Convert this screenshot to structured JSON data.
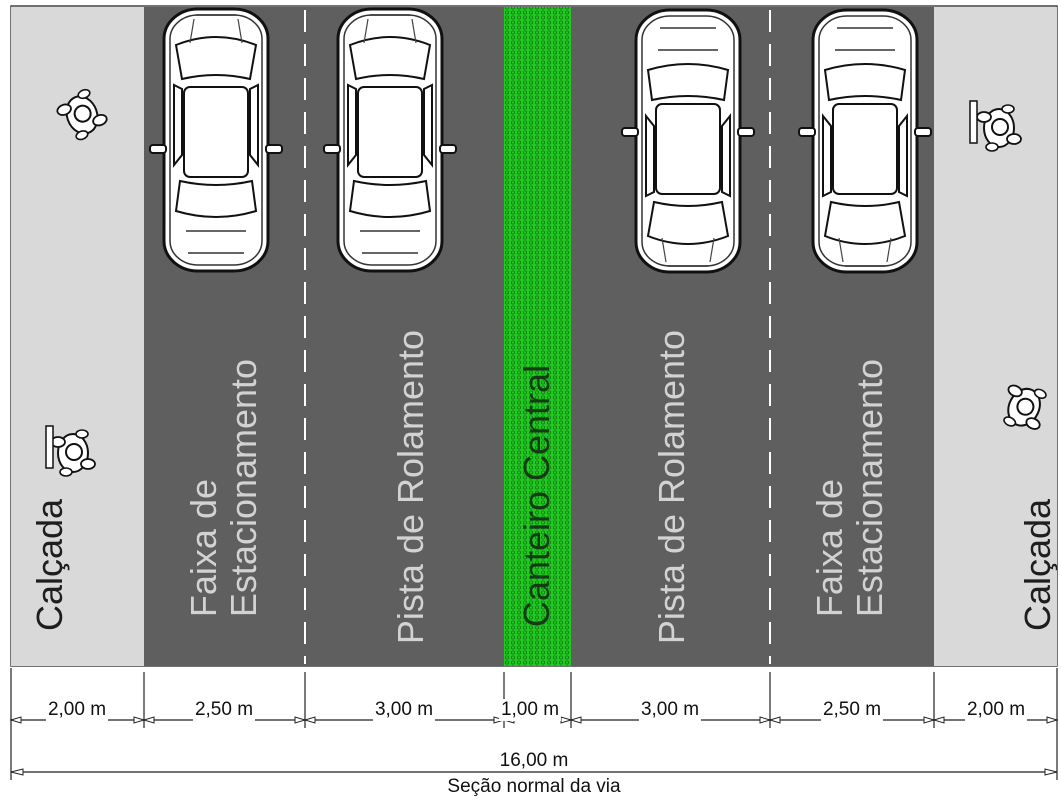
{
  "sections": [
    {
      "id": "calcada-esq",
      "label_lines": [
        "Calçada"
      ],
      "width_label": "2,00 m",
      "color": "#d9d9d9"
    },
    {
      "id": "estacionamento-esq",
      "label_lines": [
        "Faixa de",
        "Estacionamento"
      ],
      "width_label": "2,50 m",
      "color": "#5f5f5f"
    },
    {
      "id": "rolamento-esq",
      "label_lines": [
        "Pista de Rolamento"
      ],
      "width_label": "3,00 m",
      "color": "#5f5f5f"
    },
    {
      "id": "canteiro",
      "label_lines": [
        "Canteiro Central"
      ],
      "width_label": "1,00 m",
      "color": "#1ec81e"
    },
    {
      "id": "rolamento-dir",
      "label_lines": [
        "Pista de Rolamento"
      ],
      "width_label": "3,00 m",
      "color": "#5f5f5f"
    },
    {
      "id": "estacionamento-dir",
      "label_lines": [
        "Faixa de",
        "Estacionamento"
      ],
      "width_label": "2,50 m",
      "color": "#5f5f5f"
    },
    {
      "id": "calcada-dir",
      "label_lines": [
        "Calçada"
      ],
      "width_label": "2,00 m",
      "color": "#d9d9d9"
    }
  ],
  "total_width_label": "16,00 m",
  "caption": "Seção normal da via",
  "icons": {
    "car": "car-top-view-icon",
    "pedestrian": "pedestrian-top-view-icon"
  },
  "colors": {
    "asphalt": "#5f5f5f",
    "sidewalk": "#d9d9d9",
    "median": "#1ec81e",
    "lane_marking": "#ffffff",
    "lane_text": "#d2d2d2"
  }
}
